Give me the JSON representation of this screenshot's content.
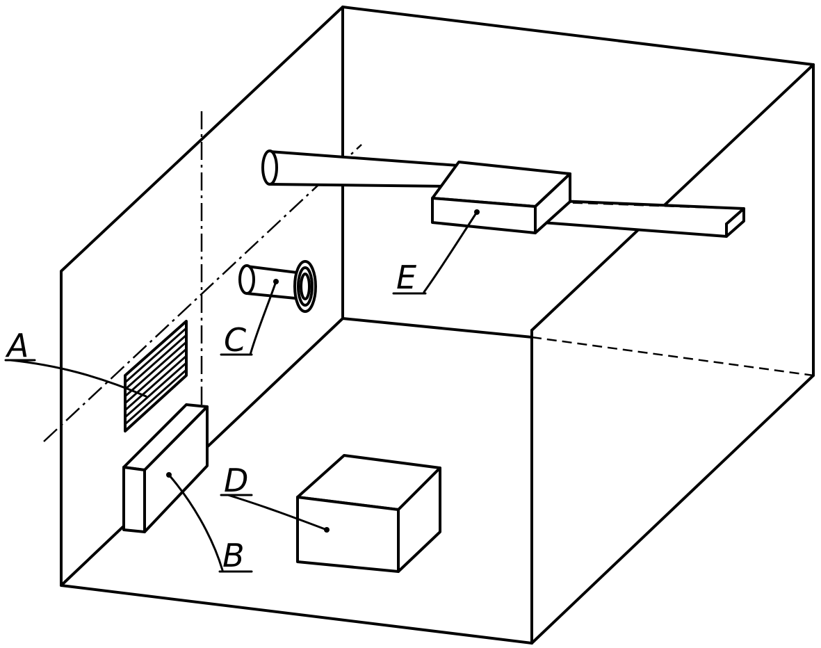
{
  "diagram": {
    "labels": {
      "a": "A",
      "b": "B",
      "c": "C",
      "d": "D",
      "e": "E"
    },
    "ink_color": "#000000",
    "background_color": "#ffffff"
  }
}
